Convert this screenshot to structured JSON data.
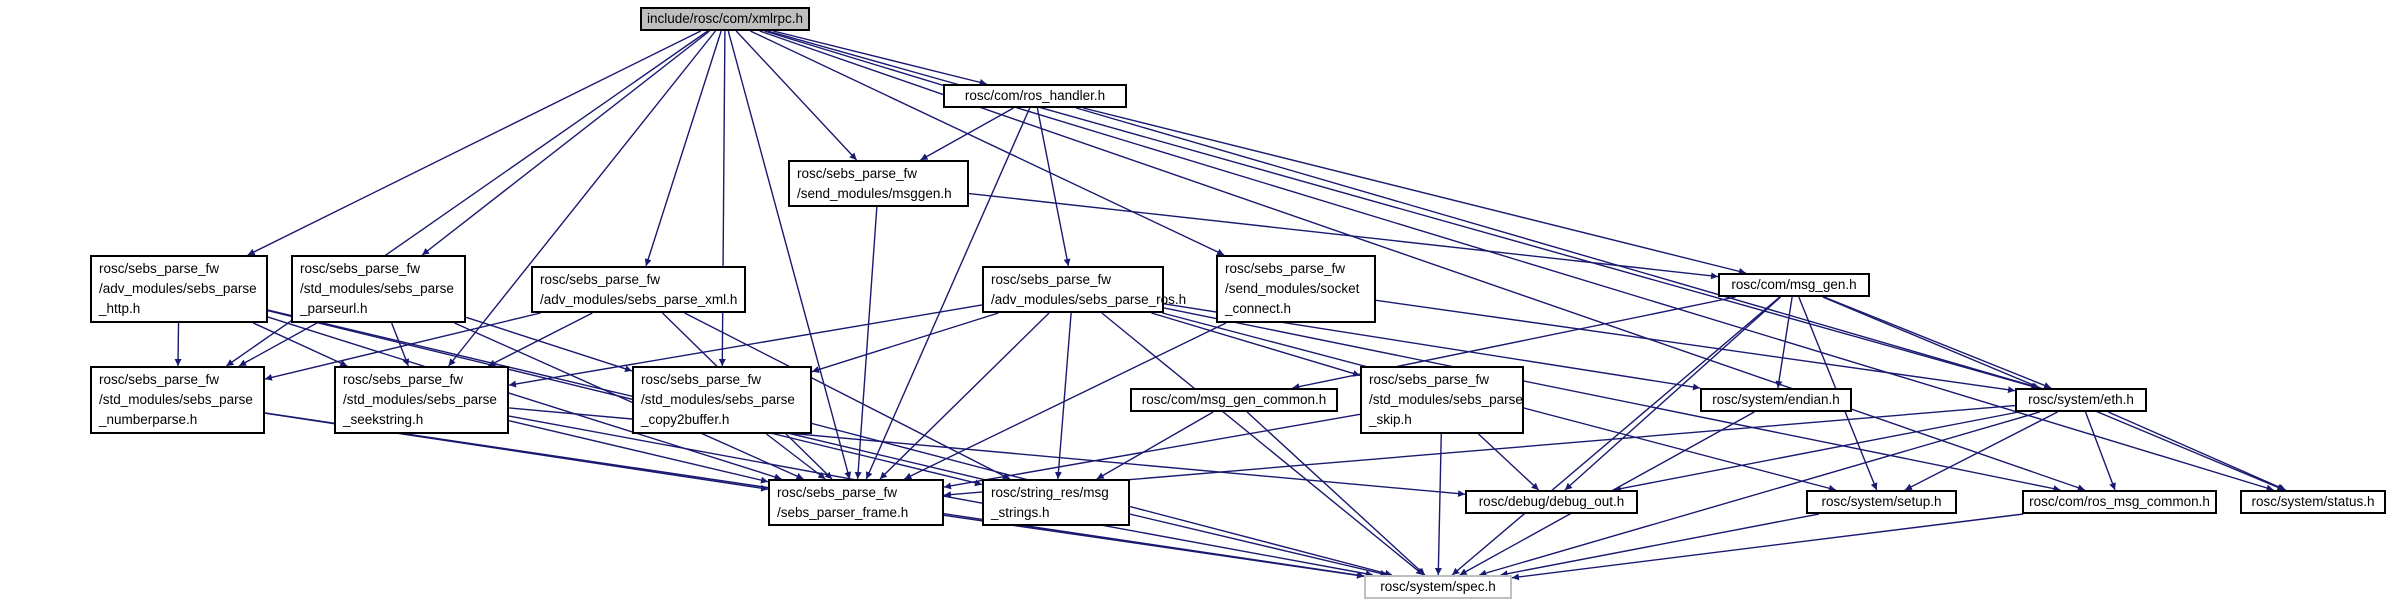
{
  "nodes": [
    {
      "id": "xmlrpc",
      "lines": [
        "include/rosc/com/xmlrpc.h"
      ],
      "kind": "root"
    },
    {
      "id": "ros_handler",
      "lines": [
        "rosc/com/ros_handler.h"
      ],
      "kind": "link"
    },
    {
      "id": "msggen",
      "lines": [
        "rosc/sebs_parse_fw",
        "/send_modules/msggen.h"
      ],
      "kind": "link"
    },
    {
      "id": "parse_http",
      "lines": [
        "rosc/sebs_parse_fw",
        "/adv_modules/sebs_parse",
        "_http.h"
      ],
      "kind": "link"
    },
    {
      "id": "parseurl",
      "lines": [
        "rosc/sebs_parse_fw",
        "/std_modules/sebs_parse",
        "_parseurl.h"
      ],
      "kind": "link"
    },
    {
      "id": "parse_xml",
      "lines": [
        "rosc/sebs_parse_fw",
        "/adv_modules/sebs_parse_xml.h"
      ],
      "kind": "link"
    },
    {
      "id": "parse_ros",
      "lines": [
        "rosc/sebs_parse_fw",
        "/adv_modules/sebs_parse_ros.h"
      ],
      "kind": "link"
    },
    {
      "id": "socket_connect",
      "lines": [
        "rosc/sebs_parse_fw",
        "/send_modules/socket",
        "_connect.h"
      ],
      "kind": "link"
    },
    {
      "id": "msg_gen",
      "lines": [
        "rosc/com/msg_gen.h"
      ],
      "kind": "link"
    },
    {
      "id": "numberparse",
      "lines": [
        "rosc/sebs_parse_fw",
        "/std_modules/sebs_parse",
        "_numberparse.h"
      ],
      "kind": "link"
    },
    {
      "id": "seekstring",
      "lines": [
        "rosc/sebs_parse_fw",
        "/std_modules/sebs_parse",
        "_seekstring.h"
      ],
      "kind": "link"
    },
    {
      "id": "copy2buffer",
      "lines": [
        "rosc/sebs_parse_fw",
        "/std_modules/sebs_parse",
        "_copy2buffer.h"
      ],
      "kind": "link"
    },
    {
      "id": "msg_gen_common",
      "lines": [
        "rosc/com/msg_gen_common.h"
      ],
      "kind": "link"
    },
    {
      "id": "skip",
      "lines": [
        "rosc/sebs_parse_fw",
        "/std_modules/sebs_parse",
        "_skip.h"
      ],
      "kind": "link"
    },
    {
      "id": "endian",
      "lines": [
        "rosc/system/endian.h"
      ],
      "kind": "link"
    },
    {
      "id": "eth",
      "lines": [
        "rosc/system/eth.h"
      ],
      "kind": "link"
    },
    {
      "id": "parser_frame",
      "lines": [
        "rosc/sebs_parse_fw",
        "/sebs_parser_frame.h"
      ],
      "kind": "link"
    },
    {
      "id": "msg_strings",
      "lines": [
        "rosc/string_res/msg",
        "_strings.h"
      ],
      "kind": "link"
    },
    {
      "id": "debug_out",
      "lines": [
        "rosc/debug/debug_out.h"
      ],
      "kind": "link"
    },
    {
      "id": "setup",
      "lines": [
        "rosc/system/setup.h"
      ],
      "kind": "link"
    },
    {
      "id": "ros_msg_common",
      "lines": [
        "rosc/com/ros_msg_common.h"
      ],
      "kind": "link"
    },
    {
      "id": "status",
      "lines": [
        "rosc/system/status.h"
      ],
      "kind": "link"
    },
    {
      "id": "spec",
      "lines": [
        "rosc/system/spec.h"
      ],
      "kind": "leaf"
    }
  ],
  "edges": [
    [
      "xmlrpc",
      "ros_handler"
    ],
    [
      "xmlrpc",
      "msggen"
    ],
    [
      "xmlrpc",
      "parse_http"
    ],
    [
      "xmlrpc",
      "parseurl"
    ],
    [
      "xmlrpc",
      "parse_xml"
    ],
    [
      "xmlrpc",
      "socket_connect"
    ],
    [
      "xmlrpc",
      "numberparse"
    ],
    [
      "xmlrpc",
      "seekstring"
    ],
    [
      "xmlrpc",
      "copy2buffer"
    ],
    [
      "xmlrpc",
      "parser_frame"
    ],
    [
      "xmlrpc",
      "eth"
    ],
    [
      "xmlrpc",
      "ros_msg_common"
    ],
    [
      "xmlrpc",
      "status"
    ],
    [
      "ros_handler",
      "msggen"
    ],
    [
      "ros_handler",
      "parse_ros"
    ],
    [
      "ros_handler",
      "parser_frame"
    ],
    [
      "ros_handler",
      "eth"
    ],
    [
      "ros_handler",
      "msg_gen"
    ],
    [
      "msggen",
      "parser_frame"
    ],
    [
      "msggen",
      "msg_gen"
    ],
    [
      "parse_http",
      "numberparse"
    ],
    [
      "parse_http",
      "seekstring"
    ],
    [
      "parse_http",
      "parser_frame"
    ],
    [
      "parse_http",
      "spec"
    ],
    [
      "parse_http",
      "msg_strings"
    ],
    [
      "parseurl",
      "numberparse"
    ],
    [
      "parseurl",
      "seekstring"
    ],
    [
      "parseurl",
      "copy2buffer"
    ],
    [
      "parseurl",
      "parser_frame"
    ],
    [
      "parse_xml",
      "numberparse"
    ],
    [
      "parse_xml",
      "seekstring"
    ],
    [
      "parse_xml",
      "parser_frame"
    ],
    [
      "parse_xml",
      "msg_strings"
    ],
    [
      "parse_ros",
      "seekstring"
    ],
    [
      "parse_ros",
      "copy2buffer"
    ],
    [
      "parse_ros",
      "skip"
    ],
    [
      "parse_ros",
      "parser_frame"
    ],
    [
      "parse_ros",
      "msg_strings"
    ],
    [
      "parse_ros",
      "endian"
    ],
    [
      "parse_ros",
      "setup"
    ],
    [
      "parse_ros",
      "ros_msg_common"
    ],
    [
      "parse_ros",
      "spec"
    ],
    [
      "socket_connect",
      "parser_frame"
    ],
    [
      "socket_connect",
      "eth"
    ],
    [
      "msg_gen",
      "msg_gen_common"
    ],
    [
      "msg_gen",
      "endian"
    ],
    [
      "msg_gen",
      "eth"
    ],
    [
      "msg_gen",
      "debug_out"
    ],
    [
      "msg_gen",
      "setup"
    ],
    [
      "msg_gen",
      "status"
    ],
    [
      "msg_gen",
      "spec"
    ],
    [
      "numberparse",
      "parser_frame"
    ],
    [
      "numberparse",
      "spec"
    ],
    [
      "seekstring",
      "parser_frame"
    ],
    [
      "seekstring",
      "debug_out"
    ],
    [
      "seekstring",
      "spec"
    ],
    [
      "copy2buffer",
      "parser_frame"
    ],
    [
      "copy2buffer",
      "spec"
    ],
    [
      "msg_gen_common",
      "msg_strings"
    ],
    [
      "msg_gen_common",
      "spec"
    ],
    [
      "skip",
      "parser_frame"
    ],
    [
      "skip",
      "debug_out"
    ],
    [
      "skip",
      "spec"
    ],
    [
      "endian",
      "spec"
    ],
    [
      "eth",
      "parser_frame"
    ],
    [
      "eth",
      "debug_out"
    ],
    [
      "eth",
      "setup"
    ],
    [
      "eth",
      "ros_msg_common"
    ],
    [
      "eth",
      "status"
    ],
    [
      "eth",
      "spec"
    ],
    [
      "parser_frame",
      "spec"
    ],
    [
      "setup",
      "spec"
    ],
    [
      "ros_msg_common",
      "spec"
    ]
  ],
  "colors": {
    "edge": "#191970",
    "border": "#000000",
    "root_fill": "#bfbfbf",
    "leaf_border": "#bfbfbf"
  }
}
